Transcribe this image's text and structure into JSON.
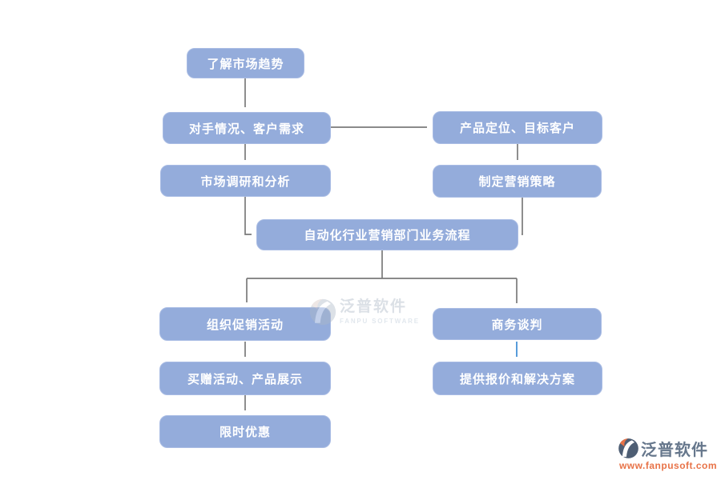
{
  "diagram": {
    "title": "自动化行业营销部门业务流程",
    "colors": {
      "node_fill": "#94acdb",
      "node_border": "#a9bce4",
      "node_text": "#ffffff",
      "arrow_gray": "#7a7a7a",
      "arrow_blue": "#3b8bd4"
    },
    "nodes": [
      {
        "id": "understand-market-trends",
        "label": "了解市场趋势"
      },
      {
        "id": "competitor-customer-needs",
        "label": "对手情况、客户需求"
      },
      {
        "id": "product-positioning-target-customers",
        "label": "产品定位、目标客户"
      },
      {
        "id": "market-research-analysis",
        "label": "市场调研和分析"
      },
      {
        "id": "marketing-strategy",
        "label": "制定营销策略"
      },
      {
        "id": "core-process",
        "label": "自动化行业营销部门业务流程"
      },
      {
        "id": "organize-promotions",
        "label": "组织促销活动"
      },
      {
        "id": "business-negotiation",
        "label": "商务谈判"
      },
      {
        "id": "giveaway-product-display",
        "label": "买赠活动、产品展示"
      },
      {
        "id": "quotes-and-solutions",
        "label": "提供报价和解决方案"
      },
      {
        "id": "limited-time-offer",
        "label": "限时优惠"
      }
    ],
    "edges": [
      {
        "from": "了解市场趋势",
        "to": "对手情况、客户需求",
        "color": "gray"
      },
      {
        "from": "对手情况、客户需求",
        "to": "产品定位、目标客户",
        "color": "gray"
      },
      {
        "from": "对手情况、客户需求",
        "to": "市场调研和分析",
        "color": "gray"
      },
      {
        "from": "产品定位、目标客户",
        "to": "制定营销策略",
        "color": "gray"
      },
      {
        "from": "市场调研和分析",
        "to": "自动化行业营销部门业务流程",
        "color": "gray"
      },
      {
        "from": "制定营销策略",
        "to": "自动化行业营销部门业务流程",
        "color": "gray"
      },
      {
        "from": "自动化行业营销部门业务流程",
        "to": "组织促销活动",
        "color": "gray"
      },
      {
        "from": "自动化行业营销部门业务流程",
        "to": "商务谈判",
        "color": "gray"
      },
      {
        "from": "组织促销活动",
        "to": "买赠活动、产品展示",
        "color": "gray"
      },
      {
        "from": "买赠活动、产品展示",
        "to": "限时优惠",
        "color": "gray"
      },
      {
        "from": "商务谈判",
        "to": "提供报价和解决方案",
        "color": "blue"
      }
    ]
  },
  "watermark": {
    "brand": "泛普软件",
    "subtext": "FANPU SOFTWARE"
  },
  "footer_logo": {
    "brand": "泛普软件",
    "url": "www.fanpusoft.com"
  }
}
